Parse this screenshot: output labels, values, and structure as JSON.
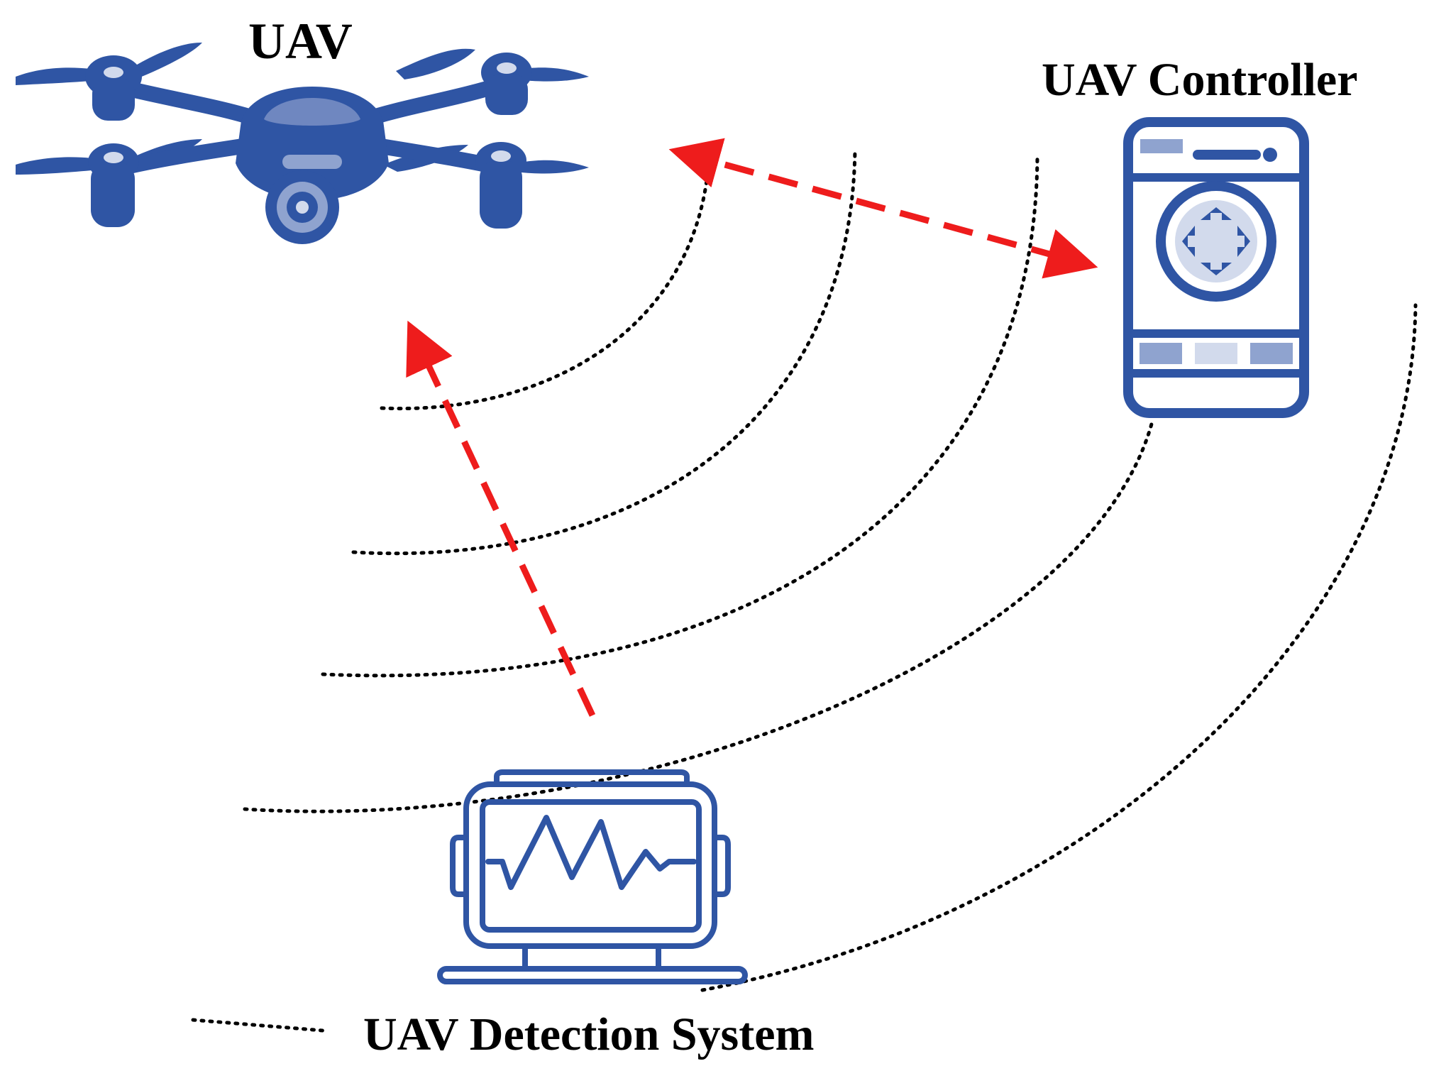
{
  "labels": {
    "uav": "UAV",
    "controller": "UAV Controller",
    "detection_system": "UAV Detection System"
  },
  "colors": {
    "device_blue": "#2f55a4",
    "device_light": "#8fa3cf",
    "device_lighter": "#d2daec",
    "link_red": "#ee1c1c",
    "wave_black": "#000000"
  },
  "icons": [
    "drone-icon",
    "remote-controller-icon",
    "monitor-waveform-icon"
  ],
  "links": [
    {
      "from": "uav",
      "to": "controller",
      "style": "dashed",
      "direction": "bidirectional"
    },
    {
      "from": "detection_system",
      "to": "uav",
      "style": "dashed",
      "direction": "one-way"
    }
  ],
  "legend": {
    "line_style": "dotted"
  }
}
